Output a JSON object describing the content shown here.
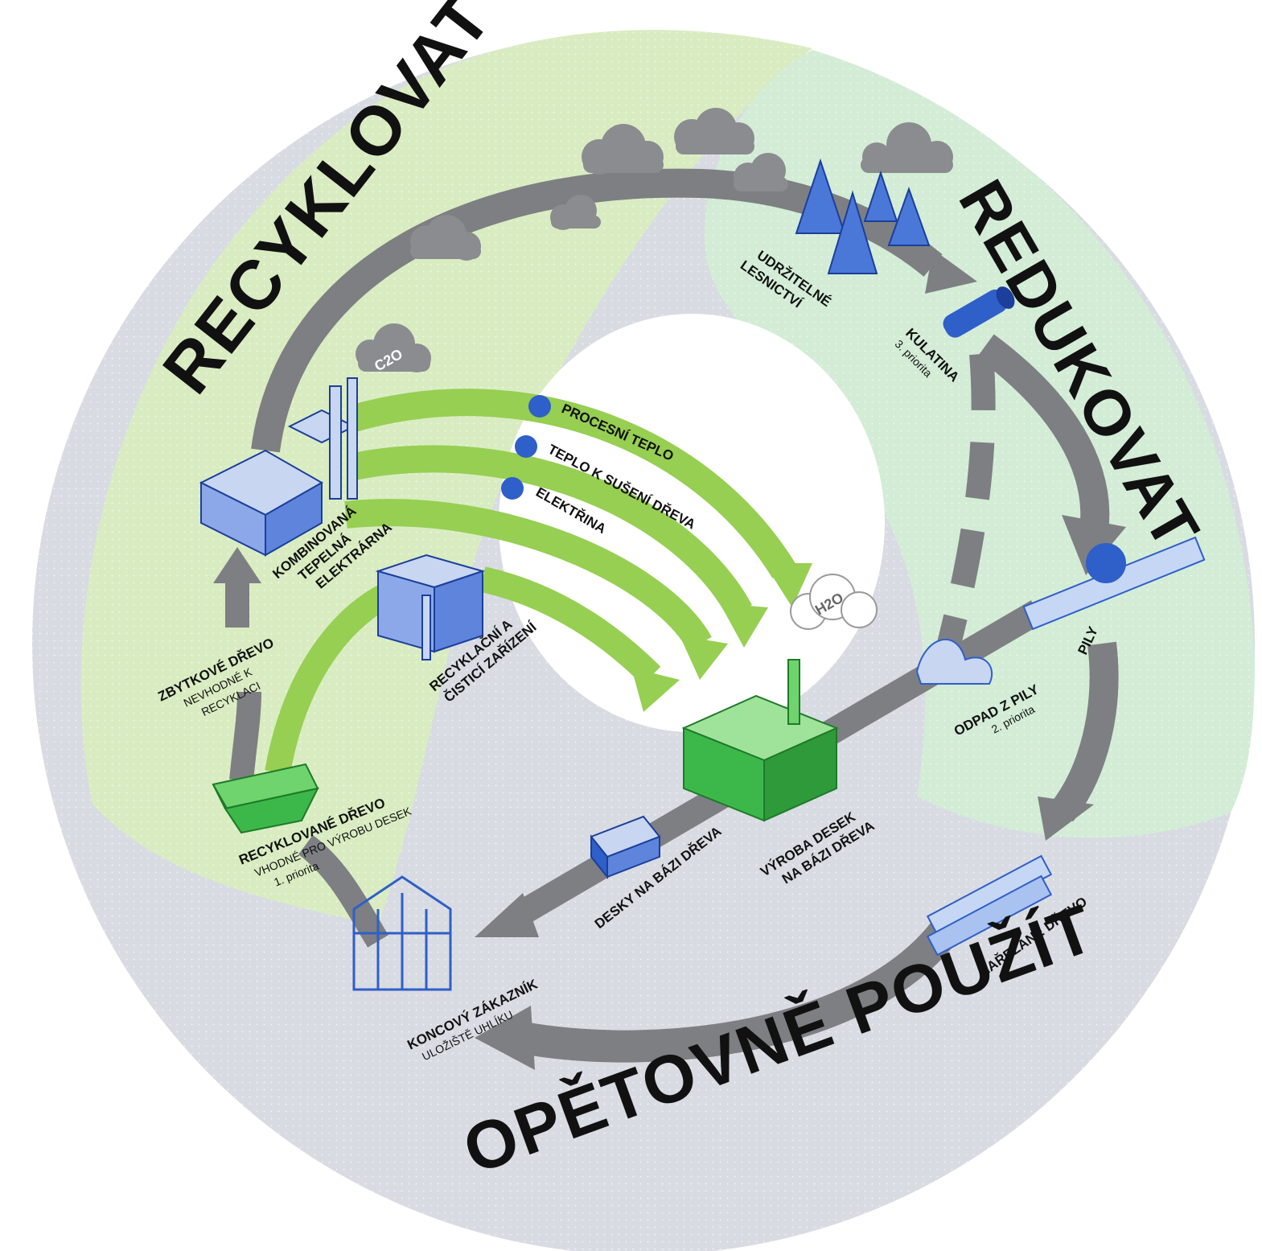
{
  "titles": {
    "recycle": "RECYKLOVAT",
    "reduce": "REDUKOVAT",
    "reuse": "OPĚTOVNĚ POUŽÍT"
  },
  "flows": {
    "process_heat": "PROCESNÍ TEPLO",
    "drying_heat": "TEPLO K SUŠENÍ DŘEVA",
    "electricity": "ELEKTŘINA"
  },
  "molecules": {
    "co2": "C2O",
    "h2o": "H2O"
  },
  "nodes": {
    "forestry": {
      "line1": "UDRŽITELNÉ",
      "line2": "LESNICTVÍ"
    },
    "roundwood": {
      "title": "KULATINA",
      "priority": "3. priorita"
    },
    "sawmill": {
      "title": "PILY"
    },
    "sawdust": {
      "title": "ODPAD Z PILY",
      "priority": "2. priorita"
    },
    "sawn": {
      "title": "NAŘEZANÉ DŘEVO"
    },
    "customer": {
      "title": "KONCOVÝ ZÁKAZNÍK",
      "sub": "ULOŽIŠTĚ UHLÍKU"
    },
    "recycled": {
      "title": "RECYKLOVANÉ DŘEVO",
      "sub": "VHODNÉ PRO VÝROBU DESEK",
      "priority": "1. priorita"
    },
    "residual": {
      "title": "ZBYTKOVÉ DŘEVO",
      "sub1": "NEVHODNÉ K",
      "sub2": "RECYKLACI"
    },
    "chp": {
      "line1": "KOMBINOVANÁ",
      "line2": "TEPELNÁ",
      "line3": "ELEKTRÁRNA"
    },
    "recycling_plant": {
      "line1": "RECYKLAČNÍ A",
      "line2": "ČISTICÍ ZAŘÍZENÍ"
    },
    "board_production": {
      "line1": "VÝROBA DESEK",
      "line2": "NA BÁZI DŘEVA"
    },
    "boards": {
      "title": "DESKY NA BÁZI DŘEVA"
    }
  },
  "colors": {
    "recycle_zone": "#d9ecc1",
    "reduce_zone": "#d3ecd6",
    "reuse_zone": "#d8dbe2",
    "flow_arrow": "#7d7f82",
    "energy_arrow": "#96cf52",
    "icon_blue": "#2f5fc8",
    "icon_green": "#3cb84a",
    "cloud_gray": "#8a8c8f"
  }
}
